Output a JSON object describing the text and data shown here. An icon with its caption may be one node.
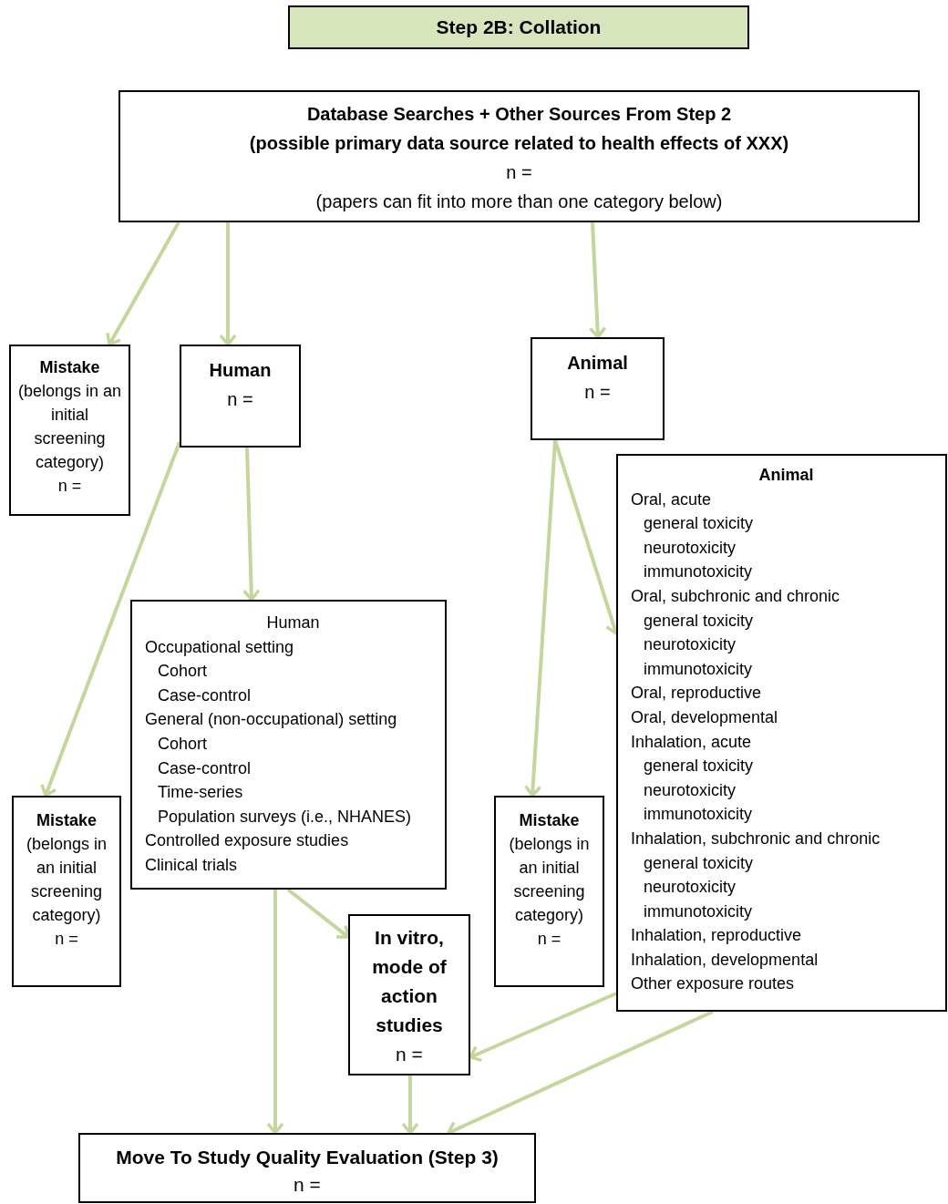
{
  "diagram": {
    "nodes": [
      {
        "text": [
          "Step 2B: Collation"
        ]
      },
      {
        "text": [
          "Database Searches + Other Sources From Step 2",
          "(possible primary data source related to health effects of XXX)",
          "n =",
          "(papers can fit into more than one category below)"
        ]
      },
      {
        "text": [
          "Mistake",
          "(belongs in an initial screening category)",
          "n ="
        ]
      },
      {
        "text": [
          "Human",
          "n ="
        ]
      },
      {
        "text": [
          "Animal",
          "n ="
        ]
      },
      {
        "text": [
          "Animal",
          "Oral, acute",
          "general toxicity",
          "neurotoxicity",
          "immunotoxicity",
          "Oral, subchronic and chronic",
          "general toxicity",
          "neurotoxicity",
          "immunotoxicity",
          "Oral, reproductive",
          "Oral, developmental",
          "Inhalation, acute",
          "general toxicity",
          "neurotoxicity",
          "immunotoxicity",
          "Inhalation, subchronic and chronic",
          "general toxicity",
          "neurotoxicity",
          "immunotoxicity",
          "Inhalation, reproductive",
          "Inhalation, developmental",
          "Other exposure routes"
        ]
      },
      {
        "text": [
          "Human",
          "Occupational setting",
          "Cohort",
          "Case-control",
          "General (non-occupational) setting",
          "Cohort",
          "Case-control",
          "Time-series",
          "Population surveys (i.e., NHANES)",
          "Controlled exposure studies",
          "Clinical trials"
        ]
      },
      {
        "text": [
          "Mistake",
          "(belongs in an initial screening category)",
          "n ="
        ]
      },
      {
        "text": [
          "Mistake",
          "(belongs in an initial screening category)",
          "n ="
        ]
      },
      {
        "text": [
          "In vitro, mode of action studies",
          "n ="
        ]
      },
      {
        "text": [
          "Move To Study Quality Evaluation (Step 3)",
          "n ="
        ]
      }
    ],
    "edges": [
      {
        "from": 1,
        "to": 2,
        "arrow": "to"
      },
      {
        "from": 1,
        "to": 3,
        "arrow": "to"
      },
      {
        "from": 1,
        "to": 4,
        "arrow": "to"
      },
      {
        "from": 3,
        "to": 7,
        "arrow": "to"
      },
      {
        "from": 3,
        "to": 6,
        "arrow": "to"
      },
      {
        "from": 4,
        "to": 8,
        "arrow": "to"
      },
      {
        "from": 4,
        "to": 5,
        "arrow": "to"
      },
      {
        "from": 6,
        "to": 10,
        "arrow": "to"
      },
      {
        "from": 6,
        "to": 9,
        "arrow": "to"
      },
      {
        "from": 5,
        "to": 9,
        "arrow": "to"
      },
      {
        "from": 5,
        "to": 10,
        "arrow": "to"
      },
      {
        "from": 9,
        "to": 10,
        "arrow": "to"
      }
    ]
  }
}
